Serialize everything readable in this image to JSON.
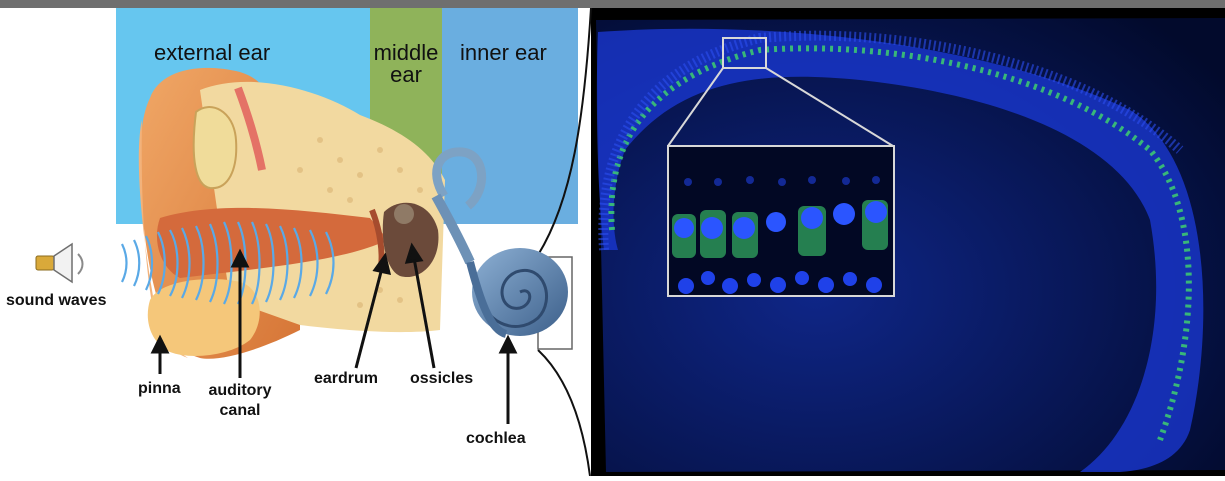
{
  "regions": {
    "external": "external ear",
    "middle_line1": "middle",
    "middle_line2": "ear",
    "inner": "inner ear"
  },
  "labels": {
    "sound_waves": "sound waves",
    "pinna": "pinna",
    "auditory_line1": "auditory",
    "auditory_line2": "canal",
    "eardrum": "eardrum",
    "ossicles": "ossicles",
    "cochlea": "cochlea"
  },
  "colors": {
    "external_band": "#66c6ef",
    "middle_band": "#8fb35a",
    "inner_band": "#6aaee0",
    "ear_skin": "#e9924f",
    "canal": "#d46a3c",
    "bone": "#f2d9a0",
    "cochlea": "#5b7fa6",
    "micrograph_bg": "#000b26",
    "micrograph_cells": "#1b39d8",
    "hair_cells": "#3ecf6e"
  },
  "icons": {
    "speaker": "speaker-icon",
    "zoom_box": "zoom-box"
  }
}
